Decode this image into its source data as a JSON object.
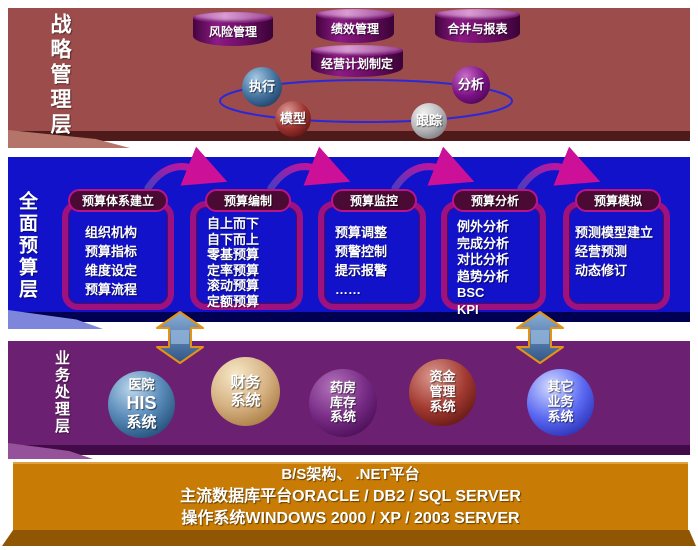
{
  "layers": {
    "strategic": {
      "label": "战略管理层",
      "cylinders": [
        {
          "label": "风险管理"
        },
        {
          "label": "绩效管理"
        },
        {
          "label": "合并与报表"
        },
        {
          "label": "经营计划制定"
        }
      ],
      "cycle_nodes": [
        {
          "label": "执行"
        },
        {
          "label": "模型"
        },
        {
          "label": "跟踪"
        },
        {
          "label": "分析"
        }
      ]
    },
    "budget": {
      "label": "全面预算层",
      "boxes": [
        {
          "title": "预算体系建立",
          "items": [
            "组织机构",
            "预算指标",
            "维度设定",
            "预算流程"
          ]
        },
        {
          "title": "预算编制",
          "items": [
            "自上而下",
            "自下而上",
            "零基预算",
            "定率预算",
            "滚动预算",
            "定额预算"
          ]
        },
        {
          "title": "预算监控",
          "items": [
            "预算调整",
            "预警控制",
            "提示报警",
            "……"
          ]
        },
        {
          "title": "预算分析",
          "items": [
            "例外分析",
            "完成分析",
            "对比分析",
            "趋势分析",
            "BSC",
            "KPI"
          ]
        },
        {
          "title": "预算模拟",
          "items": [
            "预测模型建立",
            "经营预测",
            "动态修订"
          ]
        }
      ]
    },
    "business": {
      "label": "业务处理层",
      "systems": [
        {
          "lines": [
            "医院",
            "HIS",
            "系统"
          ]
        },
        {
          "lines": [
            "财务",
            "系统"
          ]
        },
        {
          "lines": [
            "药房",
            "库存",
            "系统"
          ]
        },
        {
          "lines": [
            "资金",
            "管理",
            "系统"
          ]
        },
        {
          "lines": [
            "其它",
            "业务",
            "系统"
          ]
        }
      ]
    },
    "platform": {
      "lines": [
        "B/S架构、  .NET平台",
        "主流数据库平台ORACLE / DB2 / SQL SERVER",
        "操作系统WINDOWS 2000 / XP / 2003 SERVER"
      ]
    }
  },
  "colors": {
    "strategic_bg": "#9d4c4c",
    "strategic_band": "#4e1a1a",
    "budget_bg": "#1212cb",
    "budget_band": "#000052",
    "business_bg": "#6c2071",
    "business_band": "#400b47",
    "platform_bg": "#c87c05",
    "platform_band": "#8f5603",
    "box_border": "#9e1180",
    "box_header_bg": "#4a0a33",
    "cycle_ring": "#2b28da",
    "vertical_arrow_outline": "#e59312",
    "swoosh_arrow": "#cc1198"
  }
}
